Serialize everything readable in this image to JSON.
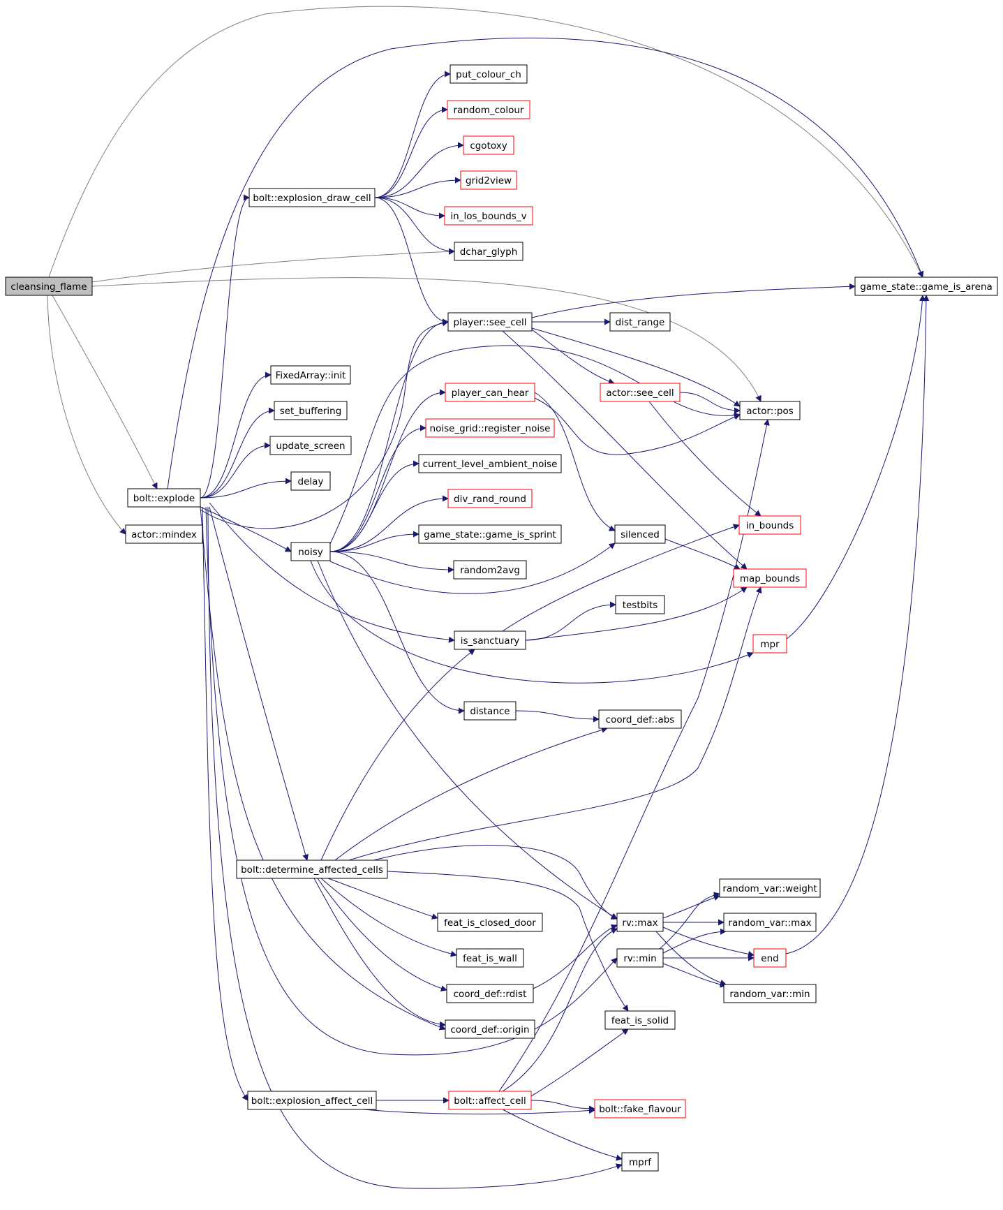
{
  "colors": {
    "edge": "#191970",
    "root_edge": "#7f7f7f",
    "node_border": "#000000",
    "truncated_border": "#ff0000",
    "root_fill": "#bfbfbf",
    "node_fill": "#ffffff"
  },
  "nodes": [
    {
      "id": "cleansing_flame",
      "label": "cleansing_flame",
      "style": "root"
    },
    {
      "id": "bolt_explode",
      "label": "bolt::explode",
      "style": "normal"
    },
    {
      "id": "actor_mindex",
      "label": "actor::mindex",
      "style": "normal"
    },
    {
      "id": "put_colour_ch",
      "label": "put_colour_ch",
      "style": "normal"
    },
    {
      "id": "random_colour",
      "label": "random_colour",
      "style": "truncated"
    },
    {
      "id": "cgotoxy",
      "label": "cgotoxy",
      "style": "truncated"
    },
    {
      "id": "grid2view",
      "label": "grid2view",
      "style": "truncated"
    },
    {
      "id": "explosion_draw_cell",
      "label": "bolt::explosion_draw_cell",
      "style": "normal"
    },
    {
      "id": "in_los_bounds_v",
      "label": "in_los_bounds_v",
      "style": "truncated"
    },
    {
      "id": "dchar_glyph",
      "label": "dchar_glyph",
      "style": "normal"
    },
    {
      "id": "game_is_arena",
      "label": "game_state::game_is_arena",
      "style": "normal"
    },
    {
      "id": "player_see_cell",
      "label": "player::see_cell",
      "style": "normal"
    },
    {
      "id": "dist_range",
      "label": "dist_range",
      "style": "normal"
    },
    {
      "id": "fixedarray_init",
      "label": "FixedArray::init",
      "style": "normal"
    },
    {
      "id": "player_can_hear",
      "label": "player_can_hear",
      "style": "truncated"
    },
    {
      "id": "actor_see_cell",
      "label": "actor::see_cell",
      "style": "truncated"
    },
    {
      "id": "set_buffering",
      "label": "set_buffering",
      "style": "normal"
    },
    {
      "id": "actor_pos",
      "label": "actor::pos",
      "style": "normal"
    },
    {
      "id": "register_noise",
      "label": "noise_grid::register_noise",
      "style": "truncated"
    },
    {
      "id": "update_screen",
      "label": "update_screen",
      "style": "normal"
    },
    {
      "id": "current_level_ambient_noise",
      "label": "current_level_ambient_noise",
      "style": "normal"
    },
    {
      "id": "delay",
      "label": "delay",
      "style": "normal"
    },
    {
      "id": "div_rand_round",
      "label": "div_rand_round",
      "style": "truncated"
    },
    {
      "id": "in_bounds",
      "label": "in_bounds",
      "style": "truncated"
    },
    {
      "id": "game_is_sprint",
      "label": "game_state::game_is_sprint",
      "style": "normal"
    },
    {
      "id": "silenced",
      "label": "silenced",
      "style": "normal"
    },
    {
      "id": "noisy",
      "label": "noisy",
      "style": "normal"
    },
    {
      "id": "random2avg",
      "label": "random2avg",
      "style": "normal"
    },
    {
      "id": "map_bounds",
      "label": "map_bounds",
      "style": "truncated"
    },
    {
      "id": "testbits",
      "label": "testbits",
      "style": "normal"
    },
    {
      "id": "is_sanctuary",
      "label": "is_sanctuary",
      "style": "normal"
    },
    {
      "id": "mpr",
      "label": "mpr",
      "style": "truncated"
    },
    {
      "id": "distance",
      "label": "distance",
      "style": "normal"
    },
    {
      "id": "coord_def_abs",
      "label": "coord_def::abs",
      "style": "normal"
    },
    {
      "id": "determine_affected_cells",
      "label": "bolt::determine_affected_cells",
      "style": "normal"
    },
    {
      "id": "random_var_weight",
      "label": "random_var::weight",
      "style": "normal"
    },
    {
      "id": "rv_max",
      "label": "rv::max",
      "style": "normal"
    },
    {
      "id": "random_var_max",
      "label": "random_var::max",
      "style": "normal"
    },
    {
      "id": "feat_is_closed_door",
      "label": "feat_is_closed_door",
      "style": "normal"
    },
    {
      "id": "feat_is_wall",
      "label": "feat_is_wall",
      "style": "normal"
    },
    {
      "id": "rv_min",
      "label": "rv::min",
      "style": "normal"
    },
    {
      "id": "end",
      "label": "end",
      "style": "truncated"
    },
    {
      "id": "coord_def_rdist",
      "label": "coord_def::rdist",
      "style": "normal"
    },
    {
      "id": "random_var_min",
      "label": "random_var::min",
      "style": "normal"
    },
    {
      "id": "feat_is_solid",
      "label": "feat_is_solid",
      "style": "normal"
    },
    {
      "id": "coord_def_origin",
      "label": "coord_def::origin",
      "style": "normal"
    },
    {
      "id": "explosion_affect_cell",
      "label": "bolt::explosion_affect_cell",
      "style": "normal"
    },
    {
      "id": "bolt_affect_cell",
      "label": "bolt::affect_cell",
      "style": "truncated"
    },
    {
      "id": "fake_flavour",
      "label": "bolt::fake_flavour",
      "style": "truncated"
    },
    {
      "id": "mprf",
      "label": "mprf",
      "style": "normal"
    }
  ],
  "edges": [
    [
      "cleansing_flame",
      "game_is_arena"
    ],
    [
      "cleansing_flame",
      "dchar_glyph"
    ],
    [
      "cleansing_flame",
      "actor_pos"
    ],
    [
      "cleansing_flame",
      "bolt_explode"
    ],
    [
      "cleansing_flame",
      "actor_mindex"
    ],
    [
      "bolt_explode",
      "game_is_arena"
    ],
    [
      "bolt_explode",
      "explosion_draw_cell"
    ],
    [
      "bolt_explode",
      "fixedarray_init"
    ],
    [
      "bolt_explode",
      "set_buffering"
    ],
    [
      "bolt_explode",
      "update_screen"
    ],
    [
      "bolt_explode",
      "delay"
    ],
    [
      "bolt_explode",
      "player_see_cell"
    ],
    [
      "bolt_explode",
      "noisy"
    ],
    [
      "bolt_explode",
      "is_sanctuary"
    ],
    [
      "bolt_explode",
      "determine_affected_cells"
    ],
    [
      "bolt_explode",
      "coord_def_origin"
    ],
    [
      "bolt_explode",
      "rv_min"
    ],
    [
      "bolt_explode",
      "explosion_affect_cell"
    ],
    [
      "bolt_explode",
      "mprf"
    ],
    [
      "explosion_draw_cell",
      "put_colour_ch"
    ],
    [
      "explosion_draw_cell",
      "random_colour"
    ],
    [
      "explosion_draw_cell",
      "cgotoxy"
    ],
    [
      "explosion_draw_cell",
      "grid2view"
    ],
    [
      "explosion_draw_cell",
      "in_los_bounds_v"
    ],
    [
      "explosion_draw_cell",
      "dchar_glyph"
    ],
    [
      "explosion_draw_cell",
      "player_see_cell"
    ],
    [
      "player_see_cell",
      "game_is_arena"
    ],
    [
      "player_see_cell",
      "dist_range"
    ],
    [
      "player_see_cell",
      "actor_see_cell"
    ],
    [
      "player_see_cell",
      "actor_pos"
    ],
    [
      "player_see_cell",
      "map_bounds"
    ],
    [
      "actor_see_cell",
      "actor_pos"
    ],
    [
      "actor_see_cell",
      "in_bounds"
    ],
    [
      "noisy",
      "player_see_cell"
    ],
    [
      "noisy",
      "actor_pos"
    ],
    [
      "noisy",
      "player_can_hear"
    ],
    [
      "noisy",
      "register_noise"
    ],
    [
      "noisy",
      "current_level_ambient_noise"
    ],
    [
      "noisy",
      "div_rand_round"
    ],
    [
      "noisy",
      "game_is_sprint"
    ],
    [
      "noisy",
      "random2avg"
    ],
    [
      "noisy",
      "silenced"
    ],
    [
      "noisy",
      "mpr"
    ],
    [
      "noisy",
      "distance"
    ],
    [
      "noisy",
      "rv_max"
    ],
    [
      "player_can_hear",
      "actor_pos"
    ],
    [
      "player_can_hear",
      "silenced"
    ],
    [
      "silenced",
      "map_bounds"
    ],
    [
      "is_sanctuary",
      "in_bounds"
    ],
    [
      "is_sanctuary",
      "testbits"
    ],
    [
      "is_sanctuary",
      "map_bounds"
    ],
    [
      "mpr",
      "game_is_arena"
    ],
    [
      "distance",
      "coord_def_abs"
    ],
    [
      "determine_affected_cells",
      "is_sanctuary"
    ],
    [
      "determine_affected_cells",
      "coord_def_abs"
    ],
    [
      "determine_affected_cells",
      "map_bounds"
    ],
    [
      "determine_affected_cells",
      "rv_max"
    ],
    [
      "determine_affected_cells",
      "feat_is_solid"
    ],
    [
      "determine_affected_cells",
      "feat_is_closed_door"
    ],
    [
      "determine_affected_cells",
      "feat_is_wall"
    ],
    [
      "determine_affected_cells",
      "coord_def_rdist"
    ],
    [
      "determine_affected_cells",
      "coord_def_origin"
    ],
    [
      "rv_max",
      "random_var_weight"
    ],
    [
      "rv_max",
      "random_var_max"
    ],
    [
      "rv_max",
      "end"
    ],
    [
      "rv_max",
      "random_var_min"
    ],
    [
      "rv_min",
      "random_var_weight"
    ],
    [
      "rv_min",
      "random_var_max"
    ],
    [
      "rv_min",
      "end"
    ],
    [
      "rv_min",
      "random_var_min"
    ],
    [
      "end",
      "game_is_arena"
    ],
    [
      "coord_def_rdist",
      "rv_max"
    ],
    [
      "explosion_affect_cell",
      "bolt_affect_cell"
    ],
    [
      "explosion_affect_cell",
      "fake_flavour"
    ],
    [
      "bolt_affect_cell",
      "actor_pos"
    ],
    [
      "bolt_affect_cell",
      "rv_max"
    ],
    [
      "bolt_affect_cell",
      "feat_is_solid"
    ],
    [
      "bolt_affect_cell",
      "fake_flavour"
    ],
    [
      "bolt_affect_cell",
      "mprf"
    ]
  ]
}
